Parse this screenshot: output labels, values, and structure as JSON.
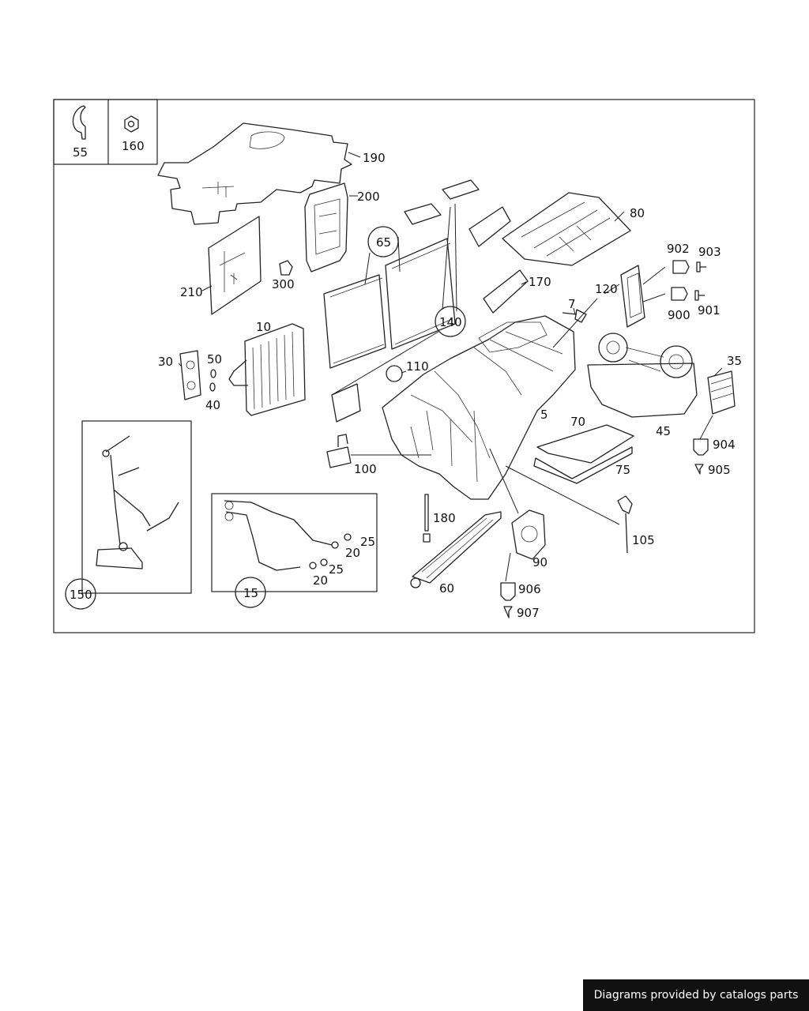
{
  "labels": {
    "p55": "55",
    "p160": "160",
    "p190": "190",
    "p200": "200",
    "p210": "210",
    "p300": "300",
    "p65": "65",
    "p140": "140",
    "p170": "170",
    "p80": "80",
    "p120": "120",
    "p902": "902",
    "p903": "903",
    "p900": "900",
    "p901": "901",
    "p7": "7",
    "p10": "10",
    "p30": "30",
    "p50": "50",
    "p40": "40",
    "p110": "110",
    "p5": "5",
    "p35": "35",
    "p45": "45",
    "p70": "70",
    "p75": "75",
    "p904": "904",
    "p905": "905",
    "p100": "100",
    "p180": "180",
    "p105": "105",
    "p90": "90",
    "p60": "60",
    "p906": "906",
    "p907": "907",
    "p150": "150",
    "p15": "15",
    "p25a": "25",
    "p20a": "20",
    "p25b": "25",
    "p20b": "20"
  },
  "footer": {
    "text": "Diagrams provided by catalogs parts"
  },
  "colors": {
    "line": "#222222",
    "badge_bg": "#111111",
    "badge_text": "#ffffff"
  }
}
